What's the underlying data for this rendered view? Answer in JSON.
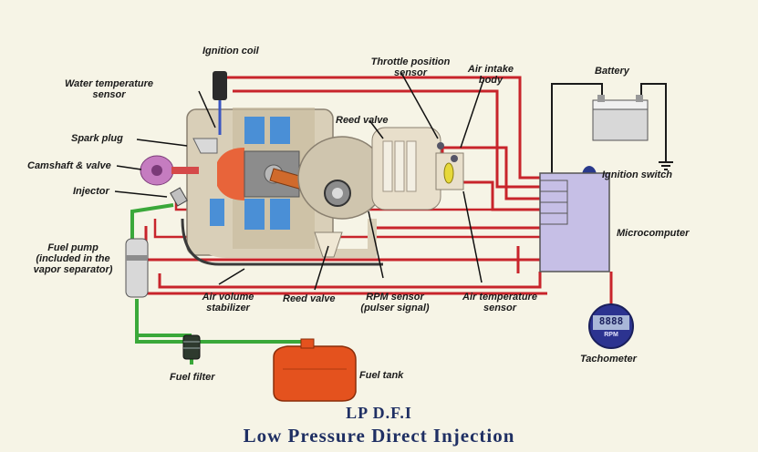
{
  "labels": {
    "ignition_coil": "Ignition coil",
    "throttle_position_sensor_1": "Throttle position",
    "throttle_position_sensor_2": "sensor",
    "air_intake_body_1": "Air intake",
    "air_intake_body_2": "body",
    "battery": "Battery",
    "water_temperature_sensor_1": "Water temperature",
    "water_temperature_sensor_2": "sensor",
    "reed_valve_top": "Reed valve",
    "spark_plug": "Spark plug",
    "camshaft_valve": "Camshaft & valve",
    "ignition_switch": "Ignition switch",
    "injector": "Injector",
    "microcomputer": "Microcomputer",
    "fuel_pump_1": "Fuel pump",
    "fuel_pump_2": "(included in the",
    "fuel_pump_3": "vapor separator)",
    "air_volume_stabilizer_1": "Air volume",
    "air_volume_stabilizer_2": "stabilizer",
    "reed_valve_bottom": "Reed valve",
    "rpm_sensor_1": "RPM sensor",
    "rpm_sensor_2": "(pulser signal)",
    "air_temperature_sensor_1": "Air temperature",
    "air_temperature_sensor_2": "sensor",
    "tachometer": "Tachometer",
    "tachometer_display": "8888",
    "tachometer_unit": "RPM",
    "fuel_filter": "Fuel filter",
    "fuel_tank": "Fuel tank"
  },
  "title": {
    "line1": "LP D.F.I",
    "line2": "Low Pressure Direct Injection"
  },
  "colors": {
    "background": "#f6f4e6",
    "signal_wire": "#c8242b",
    "fuel_line": "#3aa83a",
    "microcomputer": "#c6bfe6",
    "piston": "#e8643a",
    "fuel_tank": "#e4521e",
    "title_text": "#1f2f63"
  }
}
